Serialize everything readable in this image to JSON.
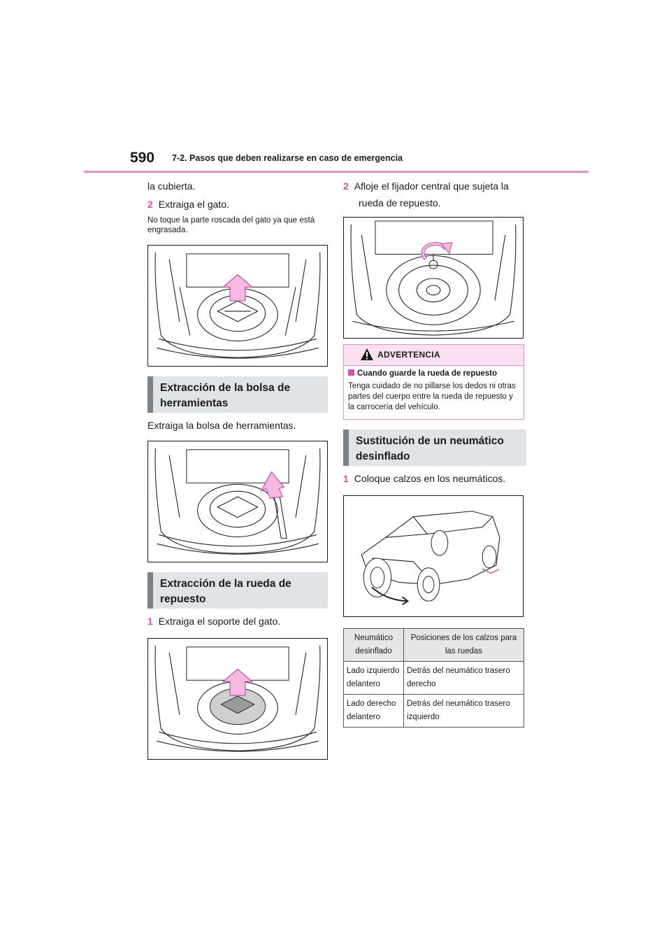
{
  "header": {
    "page_number": "590",
    "chapter": "7-2. Pasos que deben realizarse en caso de emergencia"
  },
  "left": {
    "intro": "la cubierta.",
    "step2_num": "2",
    "step2_text": "Extraiga el gato.",
    "note": "No toque la parte roscada del gato ya que está engrasada.",
    "section_tool_bag": [
      "Extracción de la bolsa de",
      "herramientas"
    ],
    "tool_bag_text": "Extraiga la bolsa de herramientas.",
    "section_spare": [
      "Extracción de la rueda de",
      "repuesto"
    ],
    "step1_num": "1",
    "step1_text": "Extraiga el soporte del gato."
  },
  "right": {
    "step2_num": "2",
    "step2_text_line1": "Afloje el fijador central que sujeta la",
    "step2_text_line2": "rueda de repuesto.",
    "warning": {
      "icon": "warning-triangle-icon",
      "title": "ADVERTENCIA",
      "subtitle": "Cuando guarde la rueda de repuesto",
      "text": "Tenga cuidado de no pillarse los dedos ni otras partes del cuerpo entre la rueda de repuesto y la carrocería del vehículo."
    },
    "section_flat": [
      "Sustitución de un neumático",
      "desinflado"
    ],
    "step1_num": "1",
    "step1_text": "Coloque calzos en los neumáticos.",
    "table": {
      "headers": [
        "Neumático desinflado",
        "Posiciones de los calzos para las ruedas"
      ],
      "rows": [
        [
          "Lado izquierdo delantero",
          "Detrás del neumático trasero derecho"
        ],
        [
          "Lado derecho delantero",
          "Detrás del neumático trasero izquierdo"
        ]
      ]
    }
  },
  "colors": {
    "accent_pink": "#e88fd0",
    "step_number": "#d94fb6",
    "section_bg": "#e1e4e6"
  }
}
